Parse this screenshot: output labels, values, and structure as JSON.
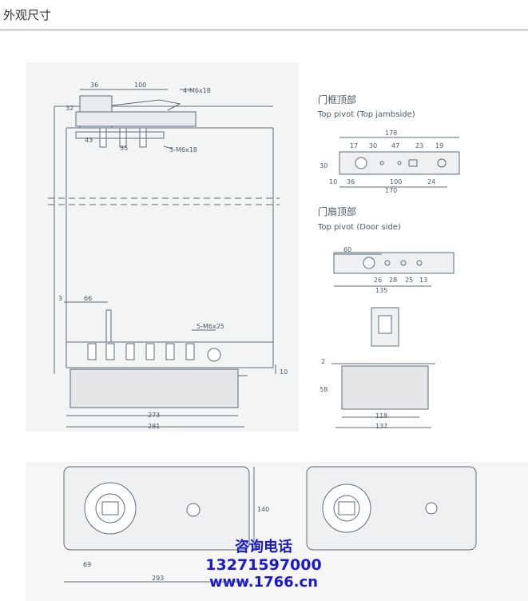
{
  "header": {
    "title": "外观尺寸"
  },
  "side_view": {
    "dims": {
      "d36": "36",
      "d100": "100",
      "d32": "32",
      "d43": "43",
      "d35": "35",
      "screw_top": "4-M6x18",
      "screw_mid": "3-M6x18",
      "d3": "3",
      "d66": "66",
      "screw_bottom": "5-M6x25",
      "d10": "10",
      "d273": "273",
      "d281": "281"
    }
  },
  "top_jamb": {
    "title_cn": "门框顶部",
    "title_en": "Top pivot (Top jambside)",
    "dims": {
      "d178": "178",
      "d17": "17",
      "d30": "30",
      "d47": "47",
      "d23": "23",
      "d19": "19",
      "d30v": "30",
      "d10": "10",
      "d36": "36",
      "d100": "100",
      "d24": "24",
      "d170": "170"
    }
  },
  "door_side": {
    "title_cn": "门扇顶部",
    "title_en": "Top pivot (Door side)",
    "dims": {
      "d60": "60",
      "d26": "26",
      "d28": "28",
      "d25": "25",
      "d13": "13",
      "d135": "135"
    }
  },
  "section_view": {
    "dims": {
      "d2": "2",
      "d58": "58",
      "d118": "118",
      "d137": "137"
    }
  },
  "plan_view": {
    "dims": {
      "d140": "140",
      "d69": "69",
      "d293": "293"
    }
  },
  "contact": {
    "line1": "咨询电话",
    "line2": "13271597000",
    "line3": "www.1766.cn"
  }
}
